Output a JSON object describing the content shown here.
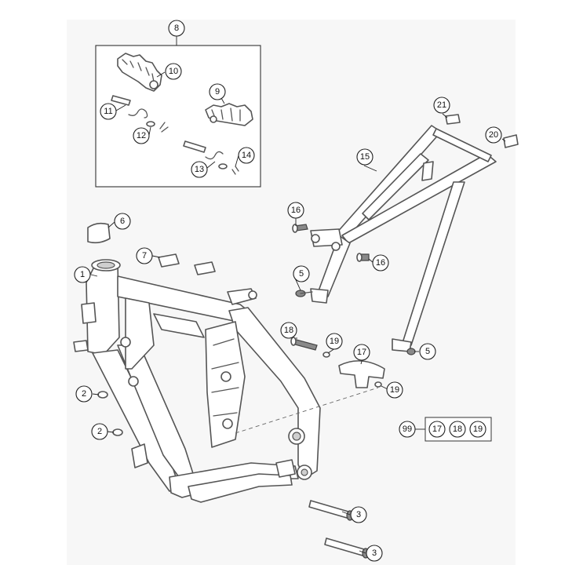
{
  "diagram": {
    "callouts": {
      "c1": "1",
      "c2a": "2",
      "c2b": "2",
      "c3a": "3",
      "c3b": "3",
      "c5a": "5",
      "c5b": "5",
      "c6": "6",
      "c7": "7",
      "c8": "8",
      "c9": "9",
      "c10": "10",
      "c11": "11",
      "c12": "12",
      "c13": "13",
      "c14": "14",
      "c15": "15",
      "c16a": "16",
      "c16b": "16",
      "c17": "17",
      "c18": "18",
      "c19a": "19",
      "c19b": "19",
      "c20": "20",
      "c21": "21"
    },
    "kit": {
      "label": "99",
      "items": [
        "17",
        "18",
        "19"
      ]
    }
  }
}
